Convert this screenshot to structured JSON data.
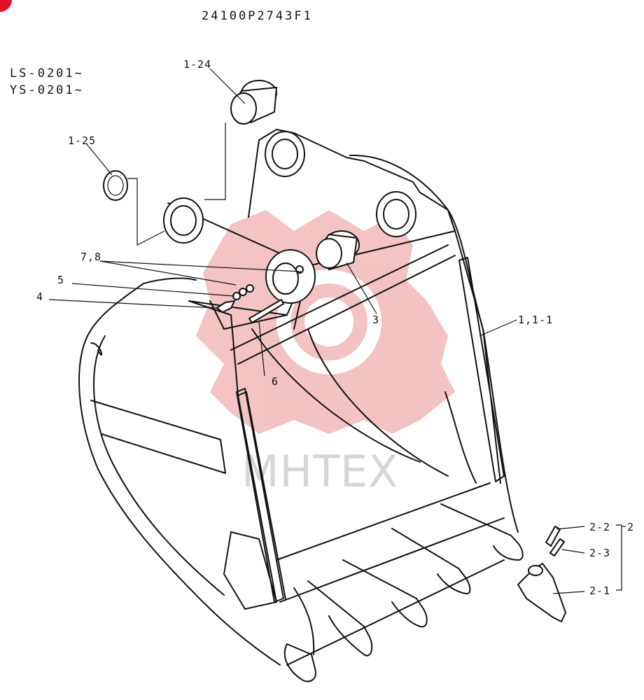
{
  "drawing_number": "24100P2743F1",
  "serial_range": [
    "LS-0201~",
    "YS-0201~"
  ],
  "callouts": {
    "c1_24": "1-24",
    "c1_25": "1-25",
    "c7_8": "7,8",
    "c5": "5",
    "c4": "4",
    "c3": "3",
    "c6": "6",
    "c1_1_1": "1,1-1",
    "c2_2": "2-2",
    "c2": "2",
    "c2_3": "2-3",
    "c2_1": "2-1"
  },
  "watermark": "MHTEX",
  "colors": {
    "ink": "#111111",
    "watermark_red": "#f2b8b8",
    "watermark_text": "#d6d6d6",
    "corner_red": "#e0102a"
  }
}
